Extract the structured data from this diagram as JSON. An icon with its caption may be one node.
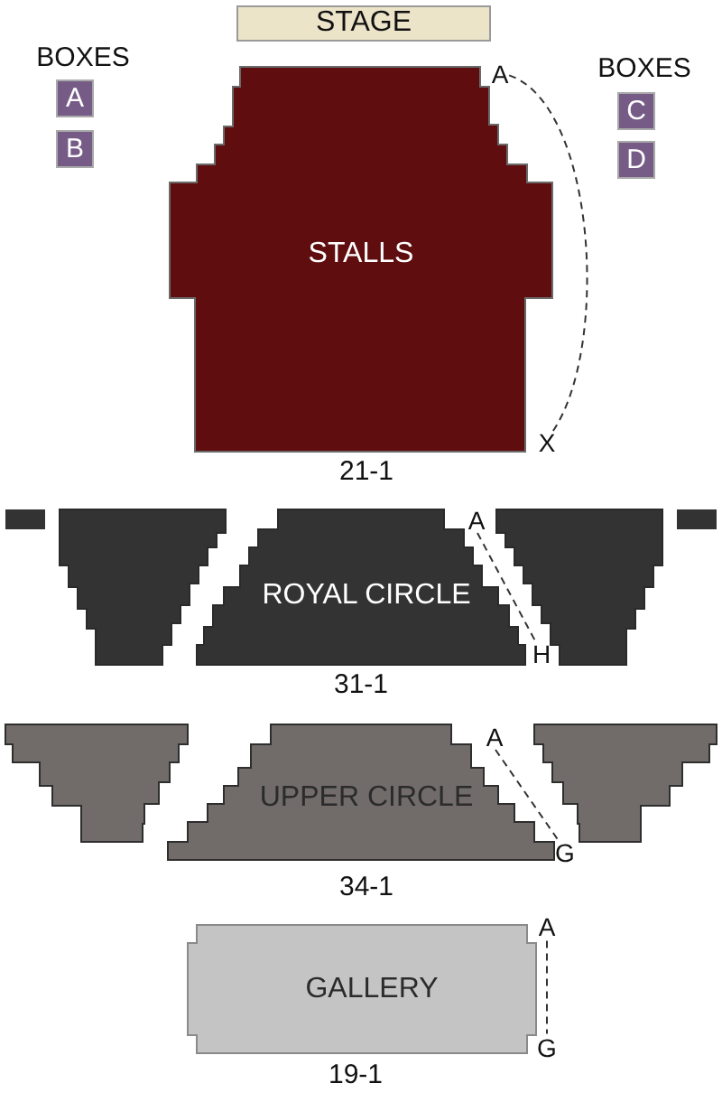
{
  "diagram": {
    "nodes": [
      {
        "text": [
          "STAGE"
        ]
      },
      {
        "text": [
          "A"
        ]
      },
      {
        "text": [
          "B"
        ]
      },
      {
        "text": [
          "C"
        ]
      },
      {
        "text": [
          "D"
        ]
      },
      {
        "text": [
          "STALLS"
        ],
        "beside": [
          "21-1"
        ]
      },
      {
        "text": [
          "A"
        ]
      },
      {
        "text": [
          "X"
        ]
      },
      {
        "text": [],
        "shape": "box"
      },
      {
        "text": [],
        "shape": "polygon"
      },
      {
        "text": [
          "ROYAL CIRCLE"
        ],
        "beside": [
          "31-1"
        ]
      },
      {
        "text": [
          "A"
        ]
      },
      {
        "text": [
          "H"
        ]
      },
      {
        "text": [],
        "shape": "polygon"
      },
      {
        "text": [],
        "shape": "box"
      },
      {
        "text": [],
        "shape": "polygon"
      },
      {
        "text": [
          "UPPER CIRCLE"
        ],
        "beside": [
          "34-1"
        ]
      },
      {
        "text": [
          "A"
        ]
      },
      {
        "text": [
          "G"
        ]
      },
      {
        "text": [],
        "shape": "polygon"
      },
      {
        "text": [
          "GALLERY"
        ],
        "beside": [
          "19-1"
        ]
      },
      {
        "text": [
          "A"
        ]
      },
      {
        "text": [
          "G"
        ]
      }
    ],
    "edges": [
      {
        "from": 6,
        "to": 7,
        "arrow": "none",
        "style": "dashed"
      },
      {
        "from": 11,
        "to": 12,
        "arrow": "none",
        "style": "dashed"
      },
      {
        "from": 17,
        "to": 18,
        "arrow": "none",
        "style": "dashed"
      },
      {
        "from": 21,
        "to": 22,
        "arrow": "none",
        "style": "dashed"
      }
    ],
    "labels": [
      "BOXES",
      "BOXES"
    ]
  }
}
